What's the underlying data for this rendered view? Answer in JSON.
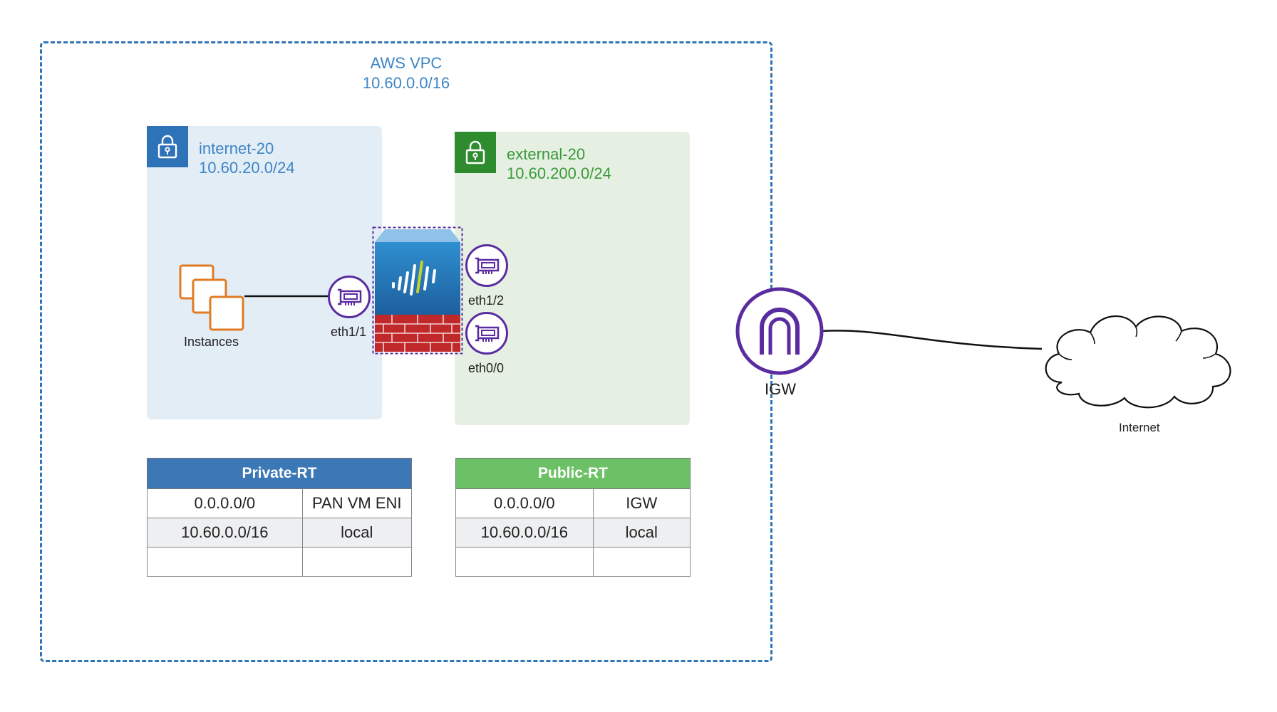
{
  "vpc": {
    "title": "AWS VPC",
    "cidr": "10.60.0.0/16"
  },
  "subnets": {
    "internet": {
      "name": "internet-20",
      "cidr": "10.60.20.0/24",
      "color": "#3d85c6",
      "lock_color": "#2e73b8",
      "fill": "#e3edf6"
    },
    "external": {
      "name": "external-20",
      "cidr": "10.60.200.0/24",
      "color": "#3a9a3a",
      "lock_color": "#2e8b2e",
      "fill": "#e6f0e2"
    }
  },
  "nodes": {
    "instances": {
      "label": "Instances",
      "icon": "ec2-instances-icon",
      "color": "#e07b24"
    },
    "firewall": {
      "icon": "palo-alto-vm-firewall-icon"
    },
    "eth1_1": {
      "label": "eth1/1",
      "icon": "network-interface-icon"
    },
    "eth1_2": {
      "label": "eth1/2",
      "icon": "network-interface-icon"
    },
    "eth0_0": {
      "label": "eth0/0",
      "icon": "network-interface-icon"
    },
    "igw": {
      "label": "IGW",
      "icon": "internet-gateway-icon",
      "color": "#5b2ca0"
    },
    "internet": {
      "label": "Internet",
      "icon": "cloud-icon"
    }
  },
  "route_tables": {
    "private": {
      "title": "Private-RT",
      "header_color": "#3d78b6",
      "rows": [
        {
          "destination": "0.0.0.0/0",
          "target": "PAN VM ENI"
        },
        {
          "destination": "10.60.0.0/16",
          "target": "local"
        },
        {
          "destination": "",
          "target": ""
        }
      ]
    },
    "public": {
      "title": "Public-RT",
      "header_color": "#6cc166",
      "rows": [
        {
          "destination": "0.0.0.0/0",
          "target": "IGW"
        },
        {
          "destination": "10.60.0.0/16",
          "target": "local"
        },
        {
          "destination": "",
          "target": ""
        }
      ]
    }
  },
  "colors": {
    "vpc_border": "#2f75b5",
    "eni": "#5b2ca0"
  }
}
